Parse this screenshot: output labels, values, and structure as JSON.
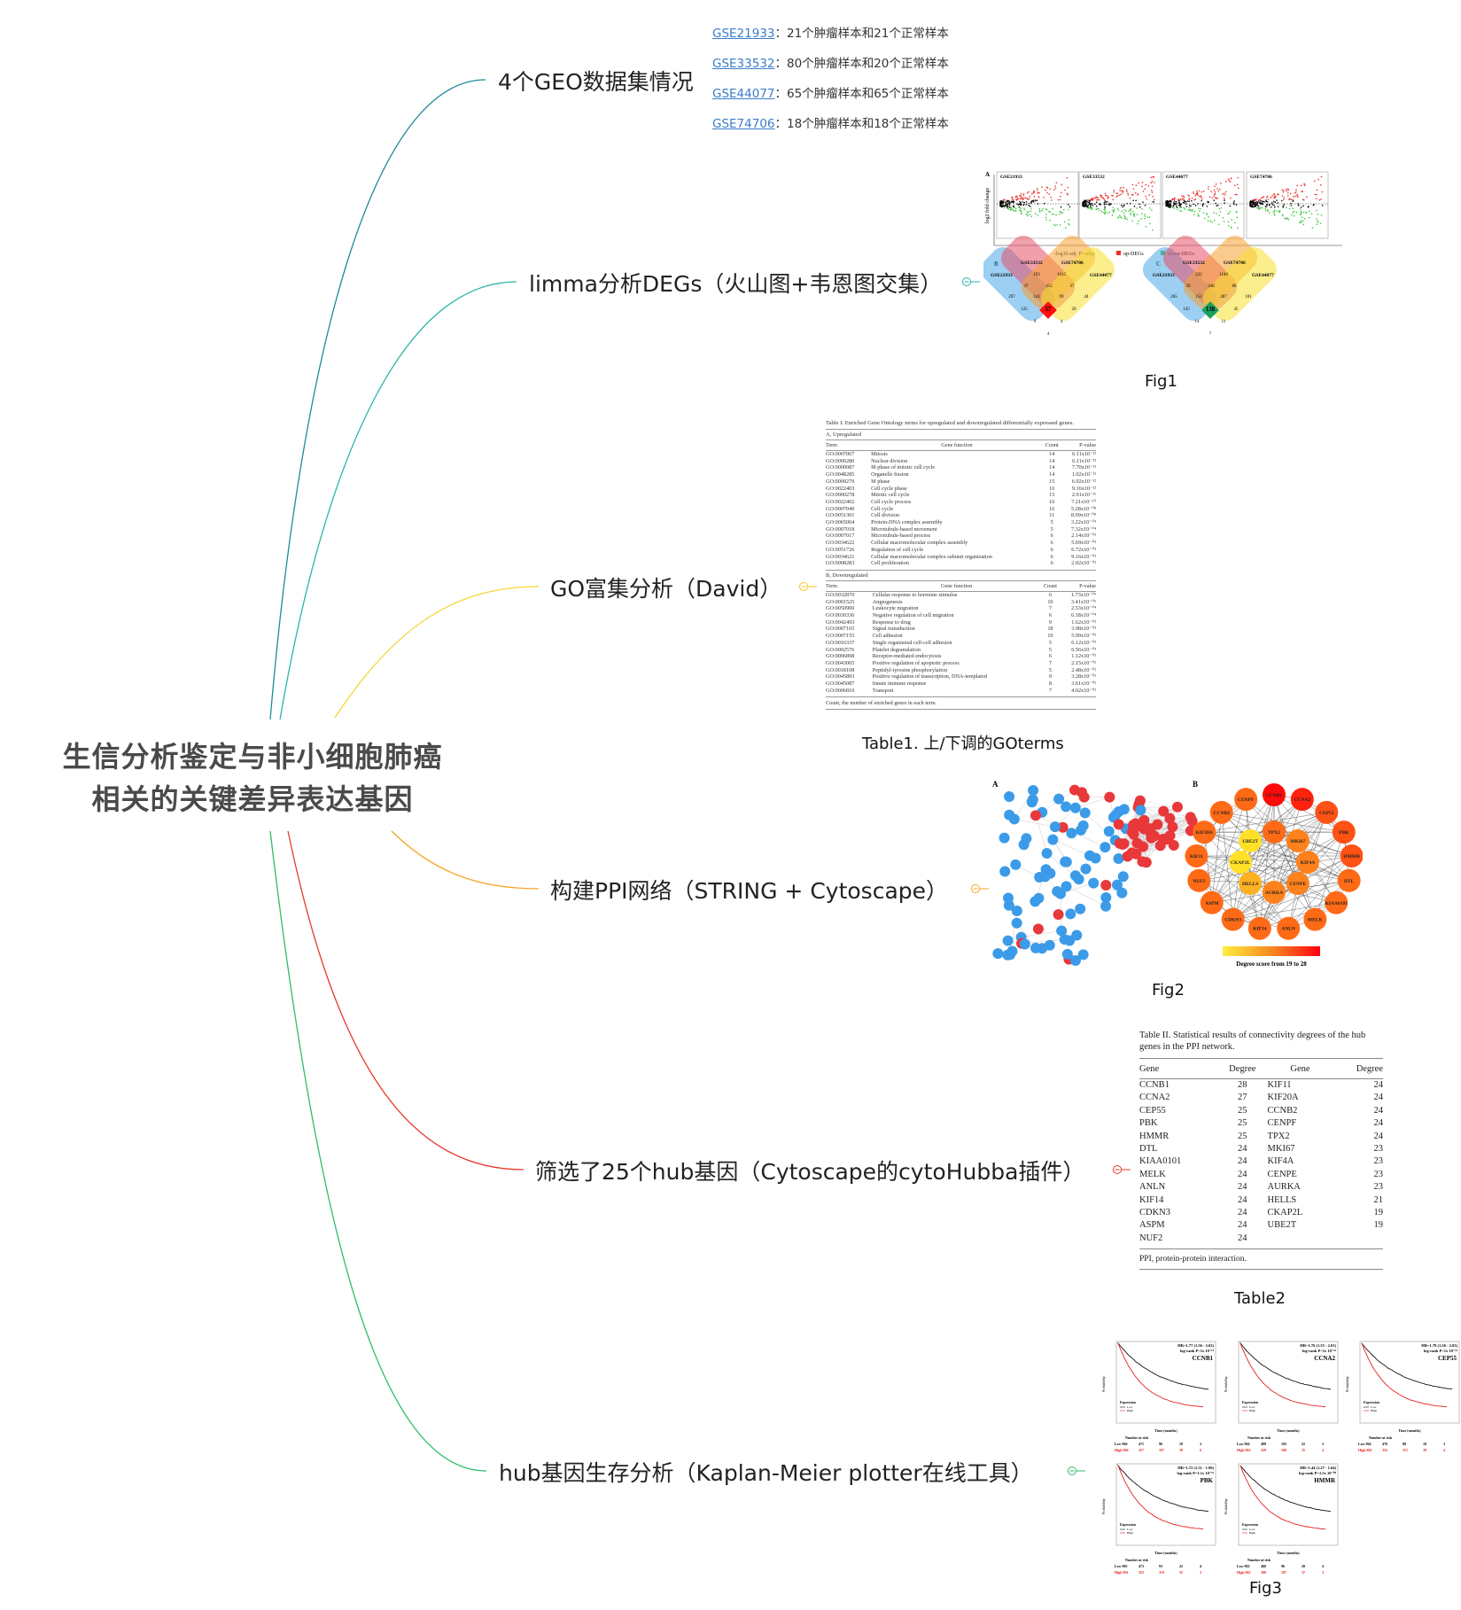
{
  "root": {
    "title_line1": "生信分析鉴定与非小细胞肺癌",
    "title_line2": "相关的关键差异表达基因"
  },
  "colors": {
    "branch1": "#1e8a9a",
    "branch2": "#2bb5a8",
    "branch3": "#f5d63a",
    "branch4": "#f5a623",
    "branch5": "#e8382c",
    "branch6": "#2ebd6b",
    "link": "#3a7cc9",
    "up": "#e8302a",
    "down": "#3ec63e",
    "node_blue": "#3b9be8",
    "node_red": "#e8383a"
  },
  "branches": [
    {
      "id": "geo",
      "label": "4个GEO数据集情况"
    },
    {
      "id": "limma",
      "label": "limma分析DEGs（火山图+韦恩图交集）"
    },
    {
      "id": "go",
      "label": "GO富集分析（David）"
    },
    {
      "id": "ppi",
      "label": "构建PPI网络（STRING + Cytoscape）"
    },
    {
      "id": "hub",
      "label": "筛选了25个hub基因（Cytoscape的cytoHubba插件）"
    },
    {
      "id": "km",
      "label": "hub基因生存分析（Kaplan-Meier plotter在线工具）"
    }
  ],
  "datasets": [
    {
      "id": "GSE21933",
      "desc": "：21个肿瘤样本和21个正常样本"
    },
    {
      "id": "GSE33532",
      "desc": "：80个肿瘤样本和20个正常样本"
    },
    {
      "id": "GSE44077",
      "desc": "：65个肿瘤样本和65个正常样本"
    },
    {
      "id": "GSE74706",
      "desc": "：18个肿瘤样本和18个正常样本"
    }
  ],
  "fig1": {
    "caption": "Fig1",
    "panel_a": "A",
    "panel_b": "B",
    "panel_c": "C",
    "ylabel": "log2 fold change",
    "xlabel": "-log10 adj. P-value",
    "legend_up": "up-DEGs",
    "legend_down": "down-DEGs",
    "volcano_titles": [
      "GSE21933",
      "GSE33532",
      "GSE44077",
      "GSE74706"
    ],
    "venn_labels": [
      "GSE21933",
      "GSE33532",
      "GSE74706",
      "GSE44077"
    ],
    "venn_b": [
      "193",
      "1015",
      "37",
      "312",
      "37",
      "297",
      "143",
      "99",
      "44",
      "125",
      "57",
      "20",
      "9",
      "4",
      "4"
    ],
    "venn_c": [
      "232",
      "1180",
      "29",
      "348",
      "86",
      "265",
      "152",
      "287",
      "101",
      "145",
      "138",
      "45",
      "14",
      "11",
      "7"
    ]
  },
  "table1": {
    "caption": "Table1. 上/下调的GOterms",
    "title": "Table I. Enriched Gene Ontology terms for upregulated and downregulated differentially expressed genes.",
    "section_up": "A, Upregulated",
    "section_down": "B, Downregulated",
    "headers": [
      "Term",
      "Gene function",
      "Count",
      "P-value"
    ],
    "up_rows": [
      [
        "GO:0007067",
        "Mitosis",
        "14",
        "6.11x10⁻¹³"
      ],
      [
        "GO:0000280",
        "Nuclear division",
        "14",
        "6.11x10⁻¹³"
      ],
      [
        "GO:0000087",
        "M phase of mitotic cell cycle",
        "14",
        "7.70x10⁻¹³"
      ],
      [
        "GO:0048285",
        "Organelle fission",
        "14",
        "1.02x10⁻¹²"
      ],
      [
        "GO:0000279",
        "M phase",
        "15",
        "6.02x10⁻¹²"
      ],
      [
        "GO:0022403",
        "Cell cycle phase",
        "16",
        "9.16x10⁻¹²"
      ],
      [
        "GO:0000278",
        "Mitotic cell cycle",
        "15",
        "2.91x10⁻¹¹"
      ],
      [
        "GO:0022402",
        "Cell cycle process",
        "16",
        "7.21x10⁻¹⁰"
      ],
      [
        "GO:0007049",
        "Cell cycle",
        "16",
        "5.28x10⁻⁰⁸"
      ],
      [
        "GO:0051301",
        "Cell division",
        "11",
        "8.09x10⁻⁰⁸"
      ],
      [
        "GO:0065004",
        "Protein-DNA complex assembly",
        "5",
        "3.22x10⁻⁰⁴"
      ],
      [
        "GO:0007018",
        "Microtubule-based movement",
        "5",
        "7.32x10⁻⁰⁴"
      ],
      [
        "GO:0007017",
        "Microtubule-based process",
        "6",
        "2.14x10⁻⁰³"
      ],
      [
        "GO:0034622",
        "Cellular macromolecular complex assembly",
        "6",
        "5.69x10⁻⁰³"
      ],
      [
        "GO:0051726",
        "Regulation of cell cycle",
        "6",
        "6.72x10⁻⁰³"
      ],
      [
        "GO:0034621",
        "Cellular macromolecular complex subunit organization",
        "6",
        "9.16x10⁻⁰³"
      ],
      [
        "GO:0008283",
        "Cell proliferation",
        "6",
        "2.02x10⁻⁰²"
      ]
    ],
    "down_rows": [
      [
        "GO:0032870",
        "Cellular response to hormone stimulus",
        "6",
        "1.73x10⁻⁰⁵"
      ],
      [
        "GO:0001525",
        "Angiogenesis",
        "10",
        "3.41x10⁻⁰⁵"
      ],
      [
        "GO:0050900",
        "Leukocyte migration",
        "7",
        "2.53x10⁻⁰⁴"
      ],
      [
        "GO:0030336",
        "Negative regulation of cell migration",
        "6",
        "6.18x10⁻⁰⁴"
      ],
      [
        "GO:0042493",
        "Response to drug",
        "9",
        "1.62x10⁻⁰³"
      ],
      [
        "GO:0007165",
        "Signal transduction",
        "18",
        "3.98x10⁻⁰³"
      ],
      [
        "GO:0007155",
        "Cell adhesion",
        "10",
        "5.99x10⁻⁰³"
      ],
      [
        "GO:0016337",
        "Single organismal cell-cell adhesion",
        "5",
        "6.12x10⁻⁰³"
      ],
      [
        "GO:0002576",
        "Platelet degranulation",
        "5",
        "6.56x10⁻⁰³"
      ],
      [
        "GO:0006898",
        "Receptor-mediated endocytosis",
        "6",
        "1.12x10⁻⁰²"
      ],
      [
        "GO:0043065",
        "Positive regulation of apoptotic process",
        "7",
        "2.15x10⁻⁰²"
      ],
      [
        "GO:0018108",
        "Peptidyl-tyrosine phosphorylation",
        "5",
        "2.48x10⁻⁰²"
      ],
      [
        "GO:0045893",
        "Positive regulation of transcription, DNA-templated",
        "9",
        "3.28x10⁻⁰²"
      ],
      [
        "GO:0045087",
        "Innate immune response",
        "8",
        "3.61x10⁻⁰²"
      ],
      [
        "GO:0006810",
        "Transport",
        "7",
        "4.02x10⁻⁰²"
      ]
    ],
    "footnote": "Count, the number of enriched genes in each term."
  },
  "fig2": {
    "caption": "Fig2",
    "panel_a": "A",
    "panel_b": "B",
    "hub_nodes": [
      {
        "gene": "CCNB1",
        "degree": 28
      },
      {
        "gene": "CCNA2",
        "degree": 27
      },
      {
        "gene": "CEP55",
        "degree": 25
      },
      {
        "gene": "PBK",
        "degree": 25
      },
      {
        "gene": "HMMR",
        "degree": 25
      },
      {
        "gene": "DTL",
        "degree": 24
      },
      {
        "gene": "KIAA0101",
        "degree": 24
      },
      {
        "gene": "MELK",
        "degree": 24
      },
      {
        "gene": "ANLN",
        "degree": 24
      },
      {
        "gene": "KIF14",
        "degree": 24
      },
      {
        "gene": "CDKN3",
        "degree": 24
      },
      {
        "gene": "ASPM",
        "degree": 24
      },
      {
        "gene": "NUF2",
        "degree": 24
      },
      {
        "gene": "KIF11",
        "degree": 24
      },
      {
        "gene": "KIF20A",
        "degree": 24
      },
      {
        "gene": "CCNB2",
        "degree": 24
      },
      {
        "gene": "CENPF",
        "degree": 24
      },
      {
        "gene": "TPX2",
        "degree": 24
      },
      {
        "gene": "MKI67",
        "degree": 23
      },
      {
        "gene": "KIF4A",
        "degree": 23
      },
      {
        "gene": "CENPE",
        "degree": 23
      },
      {
        "gene": "AURKA",
        "degree": 23
      },
      {
        "gene": "HELLS",
        "degree": 21
      },
      {
        "gene": "CKAP2L",
        "degree": 19
      },
      {
        "gene": "UBE2T",
        "degree": 19
      }
    ],
    "colorbar_label": "Degree score from 19 to 28"
  },
  "table2": {
    "caption": "Table2",
    "title": "Table II. Statistical results of connectivity degrees of the hub genes in the PPI network.",
    "headers": [
      "Gene",
      "Degree",
      "Gene",
      "Degree"
    ],
    "rows": [
      [
        "CCNB1",
        "28",
        "KIF11",
        "24"
      ],
      [
        "CCNA2",
        "27",
        "KIF20A",
        "24"
      ],
      [
        "CEP55",
        "25",
        "CCNB2",
        "24"
      ],
      [
        "PBK",
        "25",
        "CENPF",
        "24"
      ],
      [
        "HMMR",
        "25",
        "TPX2",
        "24"
      ],
      [
        "DTL",
        "24",
        "MKI67",
        "23"
      ],
      [
        "KIAA0101",
        "24",
        "KIF4A",
        "23"
      ],
      [
        "MELK",
        "24",
        "CENPE",
        "23"
      ],
      [
        "ANLN",
        "24",
        "AURKA",
        "23"
      ],
      [
        "KIF14",
        "24",
        "HELLS",
        "21"
      ],
      [
        "CDKN3",
        "24",
        "CKAP2L",
        "19"
      ],
      [
        "ASPM",
        "24",
        "UBE2T",
        "19"
      ],
      [
        "NUF2",
        "24",
        "",
        ""
      ]
    ],
    "footnote": "PPI, protein-protein interaction."
  },
  "fig3": {
    "caption": "Fig3",
    "xlabel": "Time (months)",
    "ylabel": "Probability",
    "legend_title": "Expression",
    "legend_low": "Low",
    "legend_high": "High",
    "risk_title": "Number at risk",
    "panels": [
      {
        "gene": "CCNB1",
        "hr": "HR=1.77 (1.56 - 2.02)",
        "logrank": "log-rank  P<1x 10⁻¹⁶",
        "low": [
          "Low 966",
          "471",
          "96",
          "18",
          "3"
        ],
        "high": [
          "High 960",
          "357",
          "107",
          "39",
          "6"
        ]
      },
      {
        "gene": "CCNA2",
        "hr": "HR=1.76 (1.55 - 2.01)",
        "logrank": "log-rank  P<1x 10⁻¹⁶",
        "low": [
          "Low 964",
          "499",
          "103",
          "22",
          "3"
        ],
        "high": [
          "High 962",
          "329",
          "100",
          "35",
          "4"
        ]
      },
      {
        "gene": "CEP55",
        "hr": "HR=1.78 (1.56 - 2.03)",
        "logrank": "log-rank  P<1x 10⁻¹⁶",
        "low": [
          "Low 964",
          "476",
          "88",
          "18",
          "3"
        ],
        "high": [
          "High 962",
          "352",
          "115",
          "39",
          "4"
        ]
      },
      {
        "gene": "PBK",
        "hr": "HR=1.72 (1.51 - 1.96)",
        "logrank": "log-rank  P=1.1x 10⁻¹⁶",
        "low": [
          "Low 965",
          "473",
          "93",
          "22",
          "4"
        ],
        "high": [
          "High 961",
          "355",
          "110",
          "35",
          "3"
        ]
      },
      {
        "gene": "HMMR",
        "hr": "HR=1.44 (1.27 - 1.64)",
        "logrank": "log-rank  P=1.5x 10⁻⁰⁸",
        "low": [
          "Low 963",
          "460",
          "96",
          "20",
          "4"
        ],
        "high": [
          "High 963",
          "368",
          "107",
          "37",
          "3"
        ]
      }
    ]
  }
}
